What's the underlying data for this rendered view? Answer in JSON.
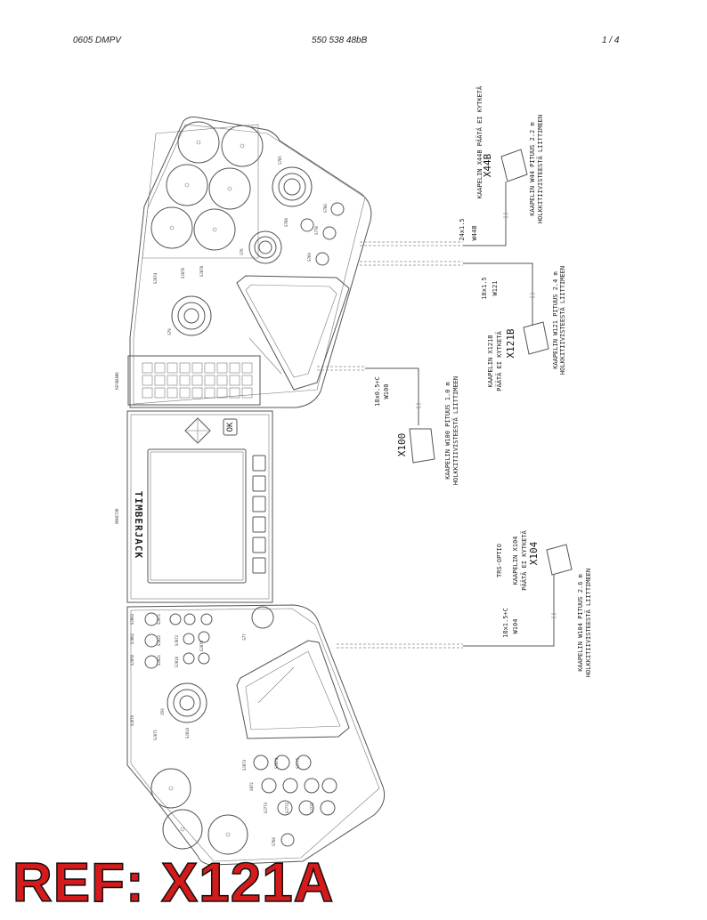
{
  "header": {
    "left": "0605 DMPV",
    "center": "550 538 48bB",
    "right": "1 /  4"
  },
  "stamp": {
    "text": "REF: X121A"
  },
  "panel_labels": {
    "keyboard": "KEYBOARD",
    "monitor": "MONITOR",
    "brand": "TIMBERJACK",
    "ok_button": "OK"
  },
  "control_labels": [
    "S765",
    "S76",
    "S780",
    "S778",
    "S768",
    "S769",
    "S79",
    "SJ874",
    "SJ876",
    "SJ878",
    "SJ850",
    "SJ862",
    "SJ863",
    "SJ871",
    "SJ822",
    "SJ821",
    "SJ870",
    "SJ810",
    "SJ872",
    "SJ810",
    "S77",
    "S59",
    "SJ870",
    "SJ871",
    "SJ873",
    "S872",
    "SJ874",
    "SJ775",
    "SJ773",
    "SJ772",
    "SJ771",
    "S768"
  ],
  "cables": {
    "w44": {
      "wire": "24x1.5",
      "harness": "W44B",
      "connector": "X44B",
      "note1": "KAAPELIN X44B PÄÄTÄ EI KYTKETÄ",
      "note2": "KAAPELIN W44 PITUUS 2.2 m",
      "note3": "HOLKKITIIVISTEESTÄ LIITTIMEEN"
    },
    "w121": {
      "wire": "18x1.5",
      "harness": "W121",
      "connector": "X121B",
      "note1": "KAAPELIN X121B",
      "note2": "PÄÄTÄ EI KYTKETÄ",
      "note3": "KAAPELIN W121 PITUUS 2.4 m",
      "note4": "HOLKKITIIVISTEESTÄ LIITTIMEEN"
    },
    "w100": {
      "wire": "18x0.5+C",
      "harness": "W100",
      "connector": "X100",
      "note1": "KAAPELIN W100 PITUUS 1.0 m",
      "note2": "HOLKKITIIVISTEESTÄ LIITTIMEEN"
    },
    "w104": {
      "wire": "18x1.5+C",
      "harness": "W104",
      "connector": "X104",
      "opt": "TRS-OPTIO",
      "note1": "KAAPELIN X104",
      "note2": "PÄÄTÄ EI KYTKETÄ",
      "note3": "KAAPELIN W104 PITUUS 2.6 m",
      "note4": "HOLKKITIIVISTEESTÄ LIITTIMEEN"
    }
  }
}
